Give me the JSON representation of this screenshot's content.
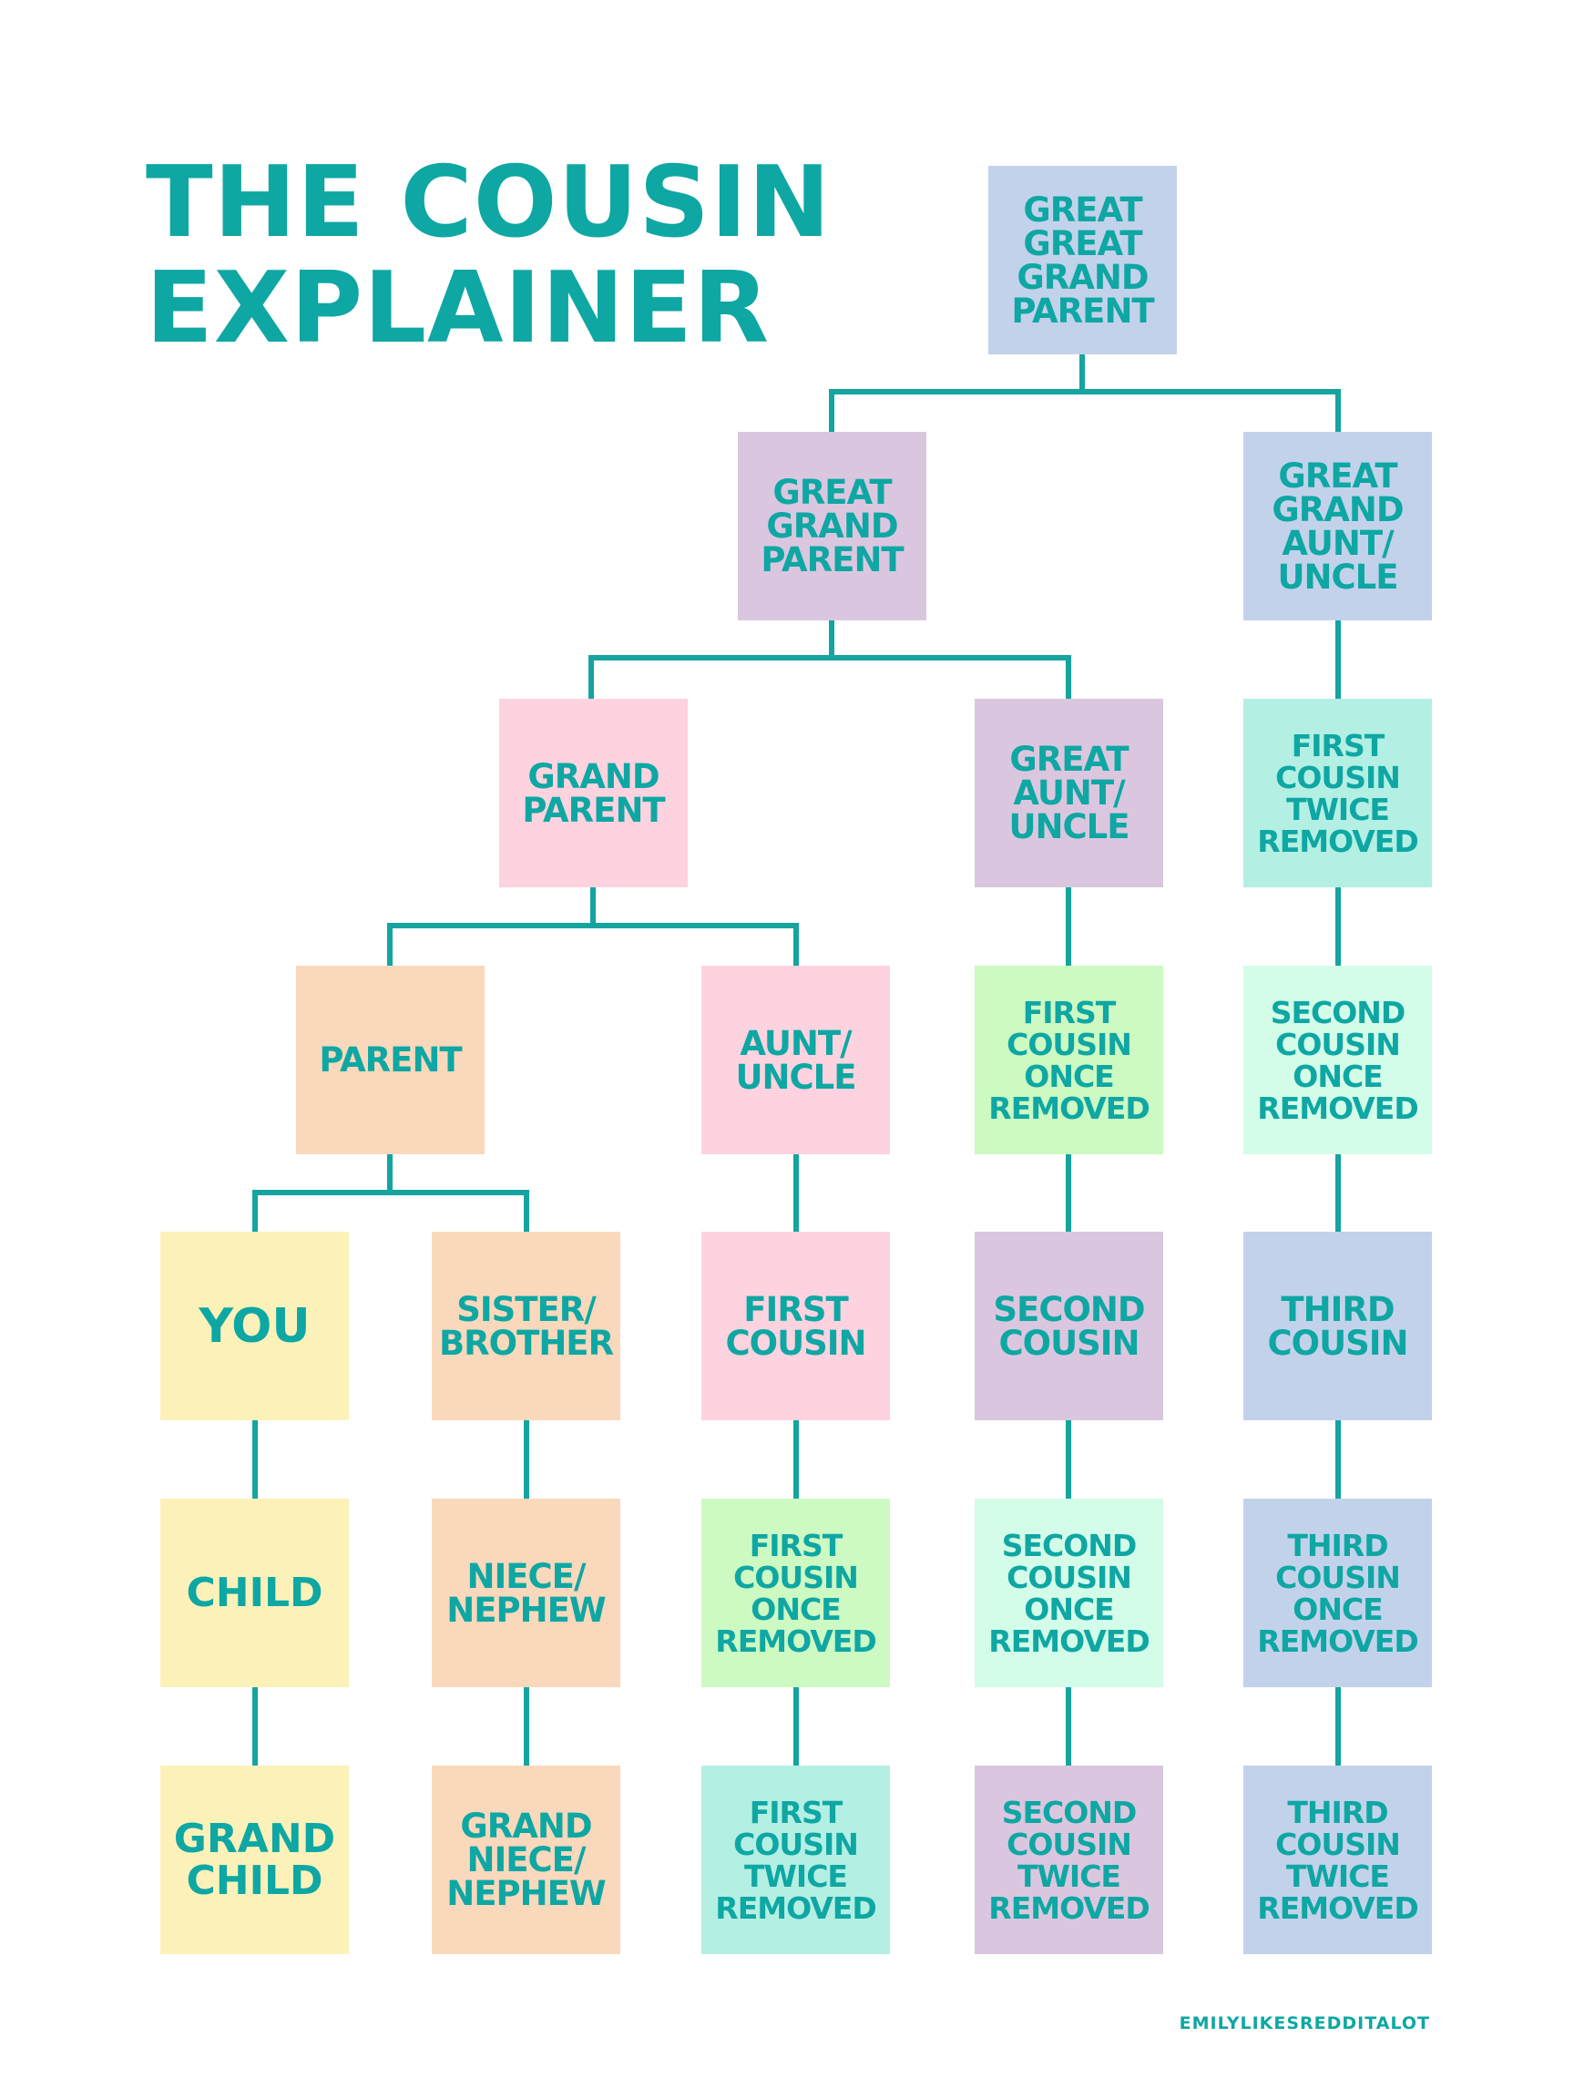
{
  "title": "THE COUSIN\nEXPLAINER",
  "credit": "EMILYLIKESREDDITALOT",
  "colors": {
    "text": "#0ea7a3",
    "line": "#15a49f",
    "blue": "#c3d2eb",
    "purple": "#dac7df",
    "pink": "#fdd3df",
    "peach": "#fad8bb",
    "yellow": "#fcf2b9",
    "green": "#cdf9c2",
    "teal": "#b4efe3",
    "mint": "#d3fde8"
  },
  "nodes": {
    "great_great_grandparent": "GREAT\nGREAT\nGRAND\nPARENT",
    "great_grandparent": "GREAT\nGRAND\nPARENT",
    "great_grand_aunt_uncle": "GREAT\nGRAND\nAUNT/\nUNCLE",
    "grandparent": "GRAND\nPARENT",
    "great_aunt_uncle": "GREAT\nAUNT/\nUNCLE",
    "first_cousin_twice_removed_top": "FIRST\nCOUSIN\nTWICE\nREMOVED",
    "parent": "PARENT",
    "aunt_uncle": "AUNT/\nUNCLE",
    "first_cousin_once_removed_top": "FIRST\nCOUSIN\nONCE\nREMOVED",
    "second_cousin_once_removed_top": "SECOND\nCOUSIN\nONCE\nREMOVED",
    "you": "YOU",
    "sister_brother": "SISTER/\nBROTHER",
    "first_cousin": "FIRST\nCOUSIN",
    "second_cousin": "SECOND\nCOUSIN",
    "third_cousin": "THIRD\nCOUSIN",
    "child": "CHILD",
    "niece_nephew": "NIECE/\nNEPHEW",
    "first_cousin_once_removed_bottom": "FIRST\nCOUSIN\nONCE\nREMOVED",
    "second_cousin_once_removed_bottom": "SECOND\nCOUSIN\nONCE\nREMOVED",
    "third_cousin_once_removed": "THIRD\nCOUSIN\nONCE\nREMOVED",
    "grandchild": "GRAND\nCHILD",
    "grand_niece_nephew": "GRAND\nNIECE/\nNEPHEW",
    "first_cousin_twice_removed_bottom": "FIRST\nCOUSIN\nTWICE\nREMOVED",
    "second_cousin_twice_removed": "SECOND\nCOUSIN\nTWICE\nREMOVED",
    "third_cousin_twice_removed": "THIRD\nCOUSIN\nTWICE\nREMOVED"
  }
}
